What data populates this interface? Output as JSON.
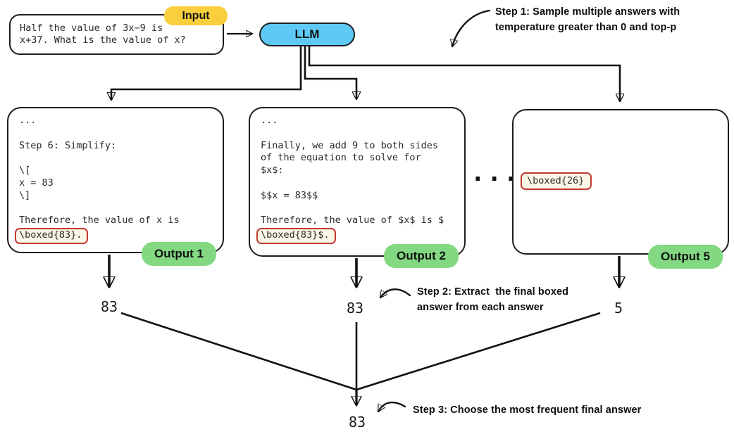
{
  "input": {
    "badge": "Input",
    "text": "Half the value of 3x−9 is\nx+37. What is the value of x?"
  },
  "llm": {
    "label": "LLM"
  },
  "steps": {
    "step1": "Step 1: Sample multiple answers with\ntemperature greater than 0 and top-p",
    "step2": "Step 2: Extract  the final boxed\nanswer from each answer",
    "step3": "Step 3: Choose the most frequent final answer"
  },
  "ellipsis": "...",
  "outputs": [
    {
      "badge": "Output 1",
      "text": "...\n\nStep 6: Simplify:\n\n\\[\nx = 83\n\\]\n\nTherefore, the value of x is",
      "boxed": "\\boxed{83}.",
      "extracted": "83"
    },
    {
      "badge": "Output 2",
      "text": "...\n\nFinally, we add 9 to both sides\nof the equation to solve for\n$x$:\n\n$$x = 83$$\n\nTherefore, the value of $x$ is $",
      "boxed": "\\boxed{83}$.",
      "extracted": "83"
    },
    {
      "badge": "Output 5",
      "text": "",
      "boxed": "\\boxed{26}",
      "extracted": "5"
    }
  ],
  "final_answer": "83",
  "colors": {
    "input_badge": "#F9CF3D",
    "llm_fill": "#5EC9F4",
    "output_badge": "#82D982",
    "boxed_border": "#C0392B",
    "boxed_bg": "#FBF7E6"
  }
}
